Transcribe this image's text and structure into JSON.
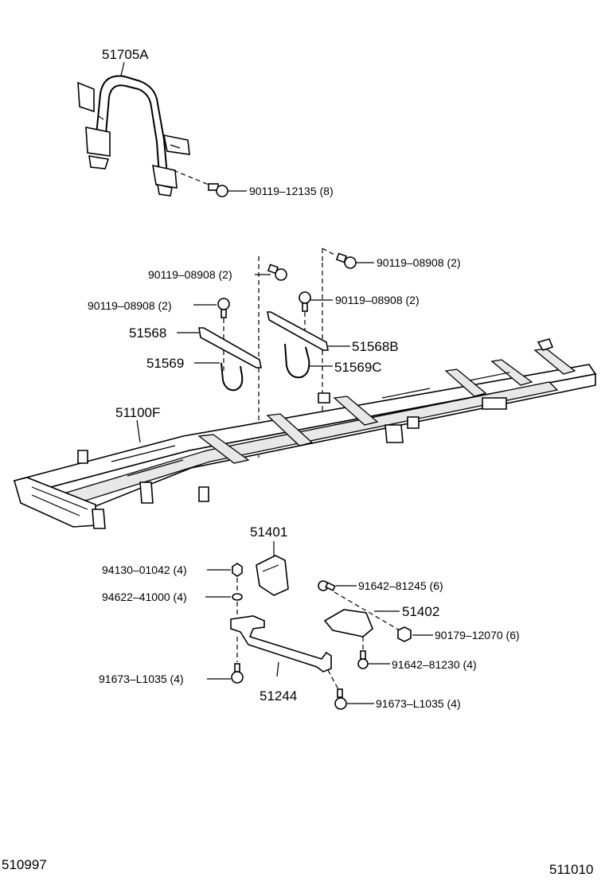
{
  "parts": {
    "p51705A": "51705A",
    "p90119_12135": "90119–12135 (8)",
    "p90119_08908_a": "90119–08908 (2)",
    "p90119_08908_b": "90119–08908 (2)",
    "p90119_08908_c": "90119–08908 (2)",
    "p90119_08908_d": "90119–08908 (2)",
    "p51568": "51568",
    "p51569": "51569",
    "p51568B": "51568B",
    "p51569C": "51569C",
    "p51100F": "51100F",
    "p51401": "51401",
    "p94130": "94130–01042 (4)",
    "p94622": "94622–41000 (4)",
    "p91642_81245": "91642–81245 (6)",
    "p51402": "51402",
    "p90179": "90179–12070 (6)",
    "p91642_81230": "91642–81230 (4)",
    "p91673_a": "91673–L1035 (4)",
    "p51244": "51244",
    "p91673_b": "91673–L1035 (4)"
  },
  "footer": {
    "left_code": "510997",
    "right_code": "511010"
  }
}
